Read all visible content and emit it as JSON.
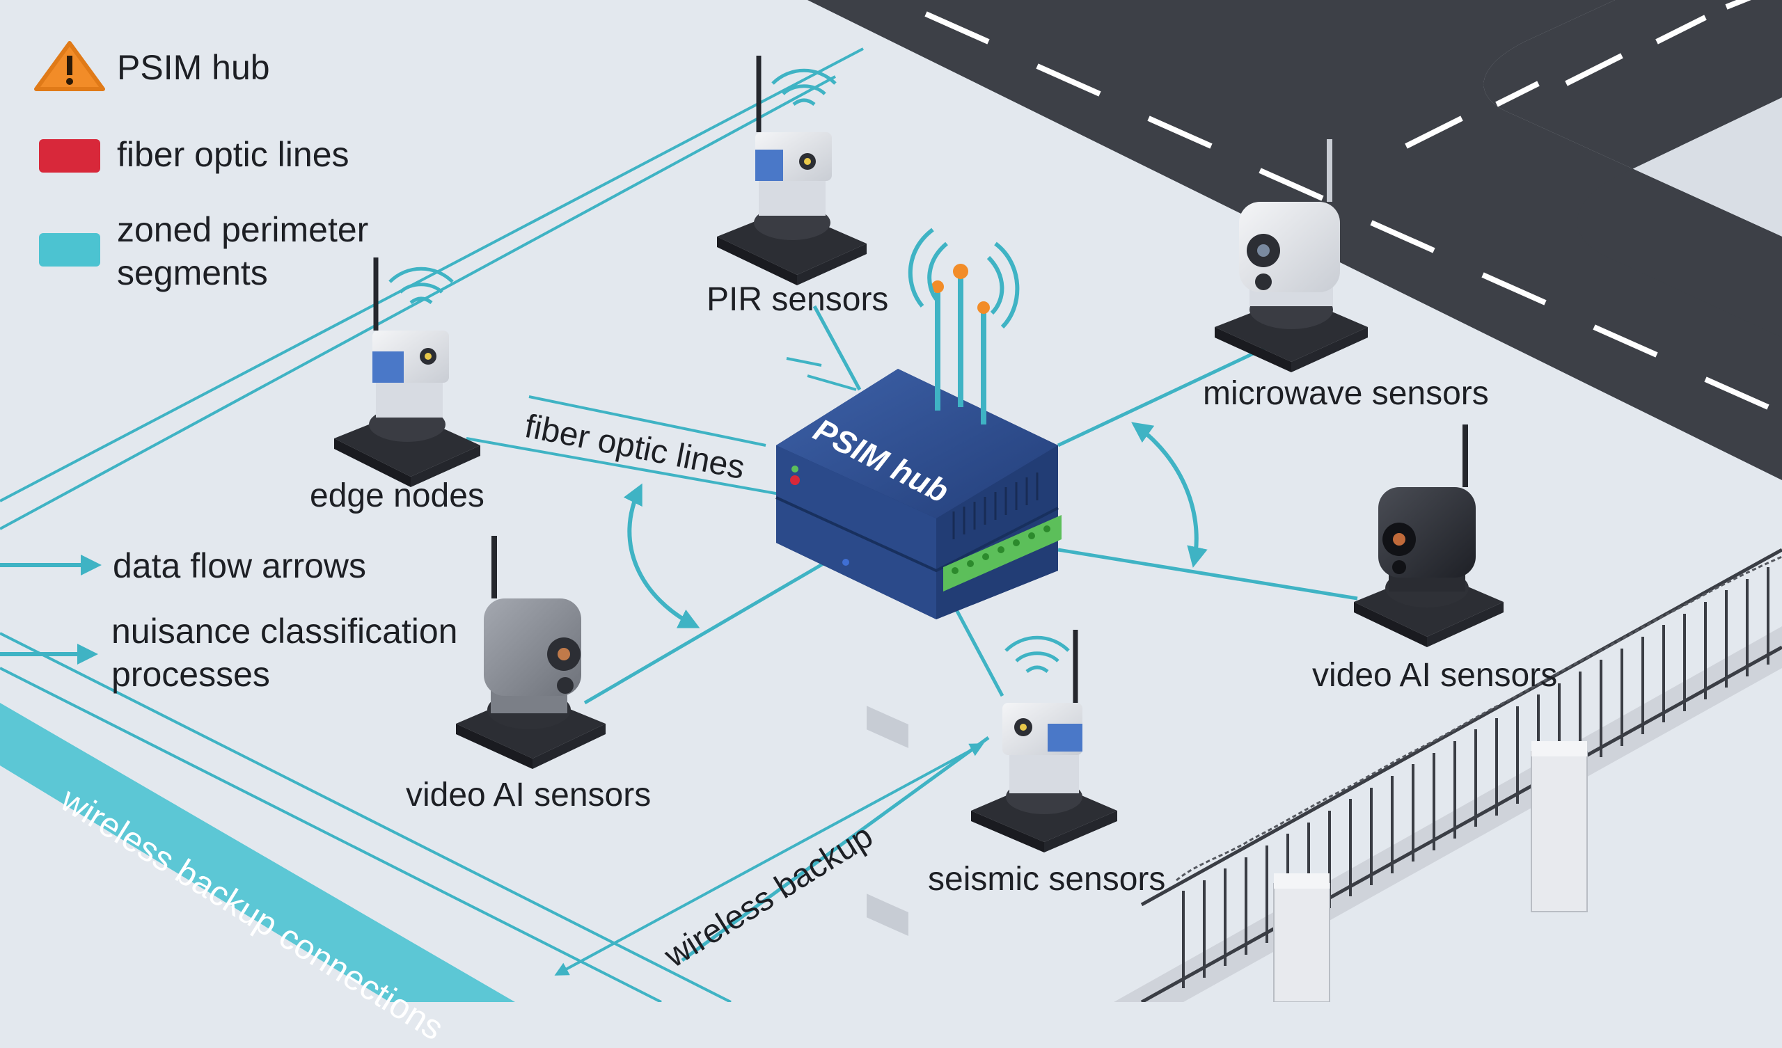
{
  "legend": {
    "hub": "PSIM hub",
    "fiber": "fiber optic lines",
    "zoned": "zoned perimeter segments",
    "zoned_line1": "zoned perimeter",
    "zoned_line2": "segments",
    "arrows": "data flow arrows",
    "nuisance_line1": "nuisance classification",
    "nuisance_line2": "processes"
  },
  "hub_label": "PSIM hub",
  "labels": {
    "pir": "PIR sensors",
    "microwave": "microwave sensors",
    "edge": "edge nodes",
    "fiber_line": "fiber optic lines",
    "video_left": "video AI sensors",
    "video_right": "video AI sensors",
    "seismic": "seismic sensors",
    "wireless_backup": "wireless backup",
    "wireless_backup_connections": "wireless backup connections"
  },
  "colors": {
    "background": "#e3e8ee",
    "road": "#3d4047",
    "teal_line": "#3fb3c4",
    "teal_band": "#4cc3d1",
    "fiber_red": "#d8283a",
    "warning_orange": "#f28c28",
    "hub_blue": "#2b4a8a",
    "terminal_green": "#5cbf5a"
  },
  "icons": [
    "warning-triangle-icon",
    "pir-sensor-icon",
    "edge-node-icon",
    "microwave-sensor-icon",
    "video-ai-camera-icon",
    "seismic-sensor-icon",
    "antenna-icon",
    "fence-icon"
  ]
}
